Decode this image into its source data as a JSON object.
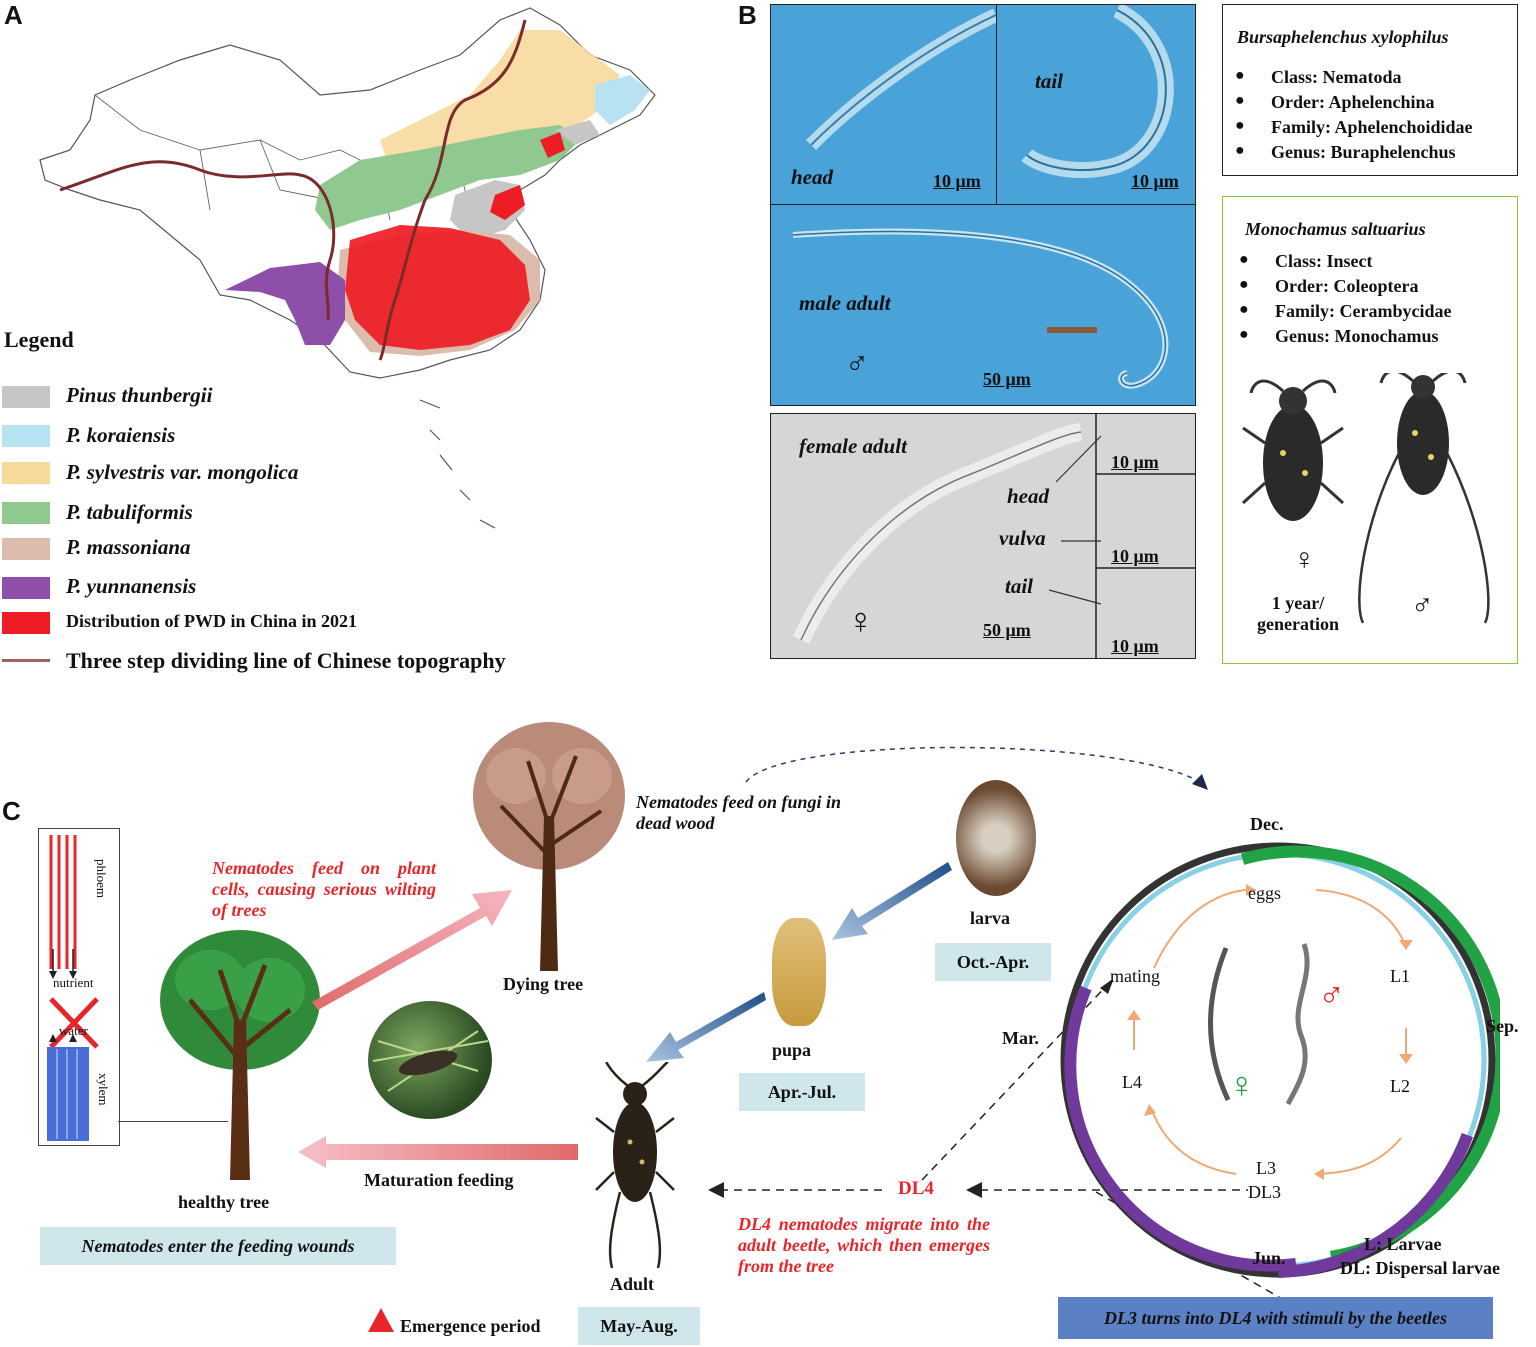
{
  "panels": {
    "a": "A",
    "b": "B",
    "c": "C"
  },
  "colors": {
    "pinus_thunbergii": "#c6c6c6",
    "p_koraiensis": "#b7e2f1",
    "p_sylvestris": "#f8d99c",
    "p_tabuliformis": "#8fc98f",
    "p_massoniana": "#dcbcac",
    "p_yunnanensis": "#8e4fa8",
    "pwd_distribution": "#ee1c25",
    "dividing_line": "#7a2b2b"
  },
  "legend": {
    "title": "Legend",
    "items": [
      {
        "label": "Pinus thunbergii",
        "color": "#c6c6c6"
      },
      {
        "label": "P. koraiensis",
        "color": "#b7e2f1"
      },
      {
        "label": "P. sylvestris var. mongolica",
        "color": "#f8d99c"
      },
      {
        "label": "P. tabuliformis",
        "color": "#8fc98f"
      },
      {
        "label": "P. massoniana",
        "color": "#dcbcac"
      },
      {
        "label": "P. yunnanensis",
        "color": "#8e4fa8"
      },
      {
        "label": "Distribution of PWD in China in 2021",
        "color": "#ee1c25"
      },
      {
        "label": "Three step dividing line of Chinese topography",
        "color": "#a06060"
      }
    ]
  },
  "micrographs": {
    "head": "head",
    "tail": "tail",
    "male_adult": "male adult",
    "female_adult": "female adult",
    "female_head": "head",
    "female_vulva": "vulva",
    "female_tail": "tail",
    "scale_10": "10 μm",
    "scale_50": "50 μm",
    "male_symbol": "♂",
    "female_symbol": "♀"
  },
  "nematode_taxonomy": {
    "title": "Bursaphelenchus xylophilus",
    "items": [
      "Class: Nematoda",
      "Order: Aphelenchina",
      "Family: Aphelenchoididae",
      "Genus: Buraphelenchus"
    ]
  },
  "beetle_taxonomy": {
    "title": "Monochamus saltuarius",
    "items": [
      "Class: Insect",
      "Order: Coleoptera",
      "Family: Cerambycidae",
      "Genus: Monochamus"
    ],
    "female_symbol": "♀",
    "male_symbol": "♂",
    "generation": "1 year/ generation"
  },
  "cycle": {
    "tree_labels": {
      "phloem": "phloem",
      "nutrient": "nutrient",
      "water": "water",
      "xylem": "xylem",
      "healthy_tree": "healthy tree",
      "dying_tree": "Dying tree"
    },
    "feed_plant": "Nematodes feed on plant cells, causing serious wilting of trees",
    "feed_fungi": "Nematodes feed on fungi in dead wood",
    "maturation_feeding": "Maturation feeding",
    "enter_wounds": "Nematodes enter the feeding wounds",
    "larva": "larva",
    "larva_period": "Oct.-Apr.",
    "pupa": "pupa",
    "pupa_period": "Apr.-Jul.",
    "adult": "Adult",
    "adult_period": "May-Aug.",
    "emergence": "Emergence period",
    "dl4": "DL4",
    "dl4_note": "DL4 nematodes migrate into the adult beetle, which then emerges from the tree",
    "dl3_note": "DL3 turns into DL4 with stimuli by the beetles",
    "months": {
      "dec": "Dec.",
      "mar": "Mar.",
      "sep": "Sep.",
      "jun": "Jun."
    },
    "stages": {
      "eggs": "eggs",
      "l1": "L1",
      "l2": "L2",
      "l3": "L3",
      "dl3": "DL3",
      "l4": "L4",
      "mating": "mating"
    },
    "male_symbol": "♂",
    "female_symbol": "♀",
    "key_larvae": "L: Larvae",
    "key_dispersal": "DL: Dispersal larvae"
  }
}
